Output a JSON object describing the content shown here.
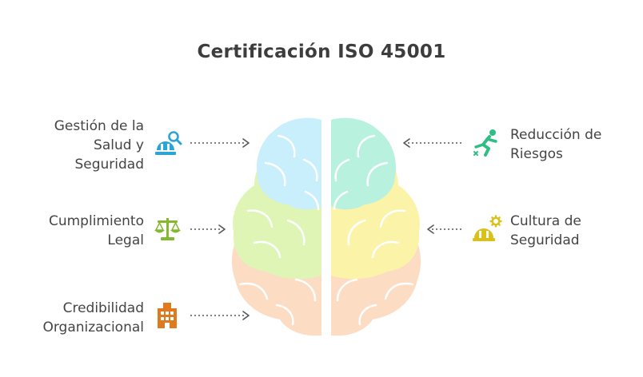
{
  "title": "Certificación ISO 45001",
  "items": [
    {
      "id": "gestion",
      "side": "left",
      "lines": [
        "Gestión de la",
        "Salud y",
        "Seguridad"
      ],
      "icon": "health-safety-search-icon",
      "color": "#2aa6d6"
    },
    {
      "id": "cumplimiento",
      "side": "left",
      "lines": [
        "Cumplimiento",
        "Legal"
      ],
      "icon": "scales-icon",
      "color": "#84b82f"
    },
    {
      "id": "credibilidad",
      "side": "left",
      "lines": [
        "Credibilidad",
        "Organizacional"
      ],
      "icon": "building-icon",
      "color": "#e07a1f"
    },
    {
      "id": "reduccion",
      "side": "right",
      "lines": [
        "Reducción de",
        "Riesgos"
      ],
      "icon": "falling-person-icon",
      "color": "#2fbf85"
    },
    {
      "id": "cultura",
      "side": "right",
      "lines": [
        "Cultura de",
        "Seguridad"
      ],
      "icon": "hardhat-gear-icon",
      "color": "#d8c21a"
    }
  ],
  "colors": {
    "brain_top_left": "#c9eefc",
    "brain_top_right": "#b8f2df",
    "brain_mid_left": "#dff5b6",
    "brain_mid_right": "#fbf3a8",
    "brain_bottom": "#fcdcc3"
  }
}
